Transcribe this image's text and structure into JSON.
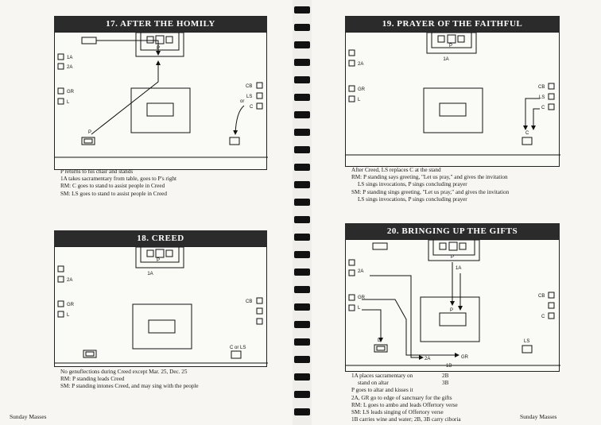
{
  "panels": [
    {
      "id": "p17",
      "title": "17. AFTER THE HOMILY",
      "labels": {
        "a1": "1A",
        "a2": "2A",
        "gr": "GR",
        "l": "L",
        "cb": "CB",
        "ls": "LS",
        "c": "C",
        "p_altar": "P",
        "p_chair": "P",
        "or": "or"
      },
      "caption": [
        "P returns to his chair and stands",
        "1A takes sacramentary from table, goes to P's right",
        "RM: C goes to stand to assist people in Creed",
        "SM: LS goes to stand to assist people in Creed"
      ]
    },
    {
      "id": "p18",
      "title": "18. CREED",
      "labels": {
        "a2": "2A",
        "gr": "GR",
        "l": "L",
        "cb": "CB",
        "cls": "C or LS",
        "p": "P",
        "a1": "1A"
      },
      "caption": [
        "No genuflections during Creed except Mar. 25, Dec. 25",
        "RM: P standing leads Creed",
        "SM: P standing intones Creed, and may sing with the people"
      ]
    },
    {
      "id": "p19",
      "title": "19. PRAYER OF THE FAITHFUL",
      "labels": {
        "a1": "1A",
        "a2": "2A",
        "gr": "GR",
        "l": "L",
        "cb": "CB",
        "ls": "LS",
        "c_top": "C",
        "c_bottom": "C",
        "p": "P"
      },
      "caption": [
        "After Creed, LS replaces C at the stand",
        "RM: P standing says greeting, \"Let us pray,\" and gives the invitation",
        "LS sings invocations, P sings concluding prayer",
        "SM: P standing sings greeting, \"Let us pray,\" and gives the invitation",
        "LS sings invocations, P sings concluding prayer"
      ]
    },
    {
      "id": "p20",
      "title": "20. BRINGING UP THE GIFTS",
      "labels": {
        "a1": "1A",
        "a2": "2A",
        "gr": "GR",
        "l": "L",
        "cb": "CB",
        "c": "C",
        "ls": "LS",
        "p": "P",
        "p_altar": "P",
        "l_bottom": "L",
        "a2_dest": "2A",
        "gr_dest": "GR",
        "b1": "1B"
      },
      "caption": [
        "1A places sacramentary on",
        "stand on altar",
        "P goes to altar and kisses it",
        "2A, GR go to edge of sanctuary for the gifts",
        "RM: L goes to ambo and leads Offertory verse",
        "SM: LS leads singing of Offertory verse",
        "1B carries wine and water; 2B, 3B carry ciboria"
      ],
      "caption_right": [
        "2B",
        "3B"
      ]
    }
  ],
  "footer": {
    "left": "Sunday Masses",
    "right": "Sunday Masses"
  }
}
